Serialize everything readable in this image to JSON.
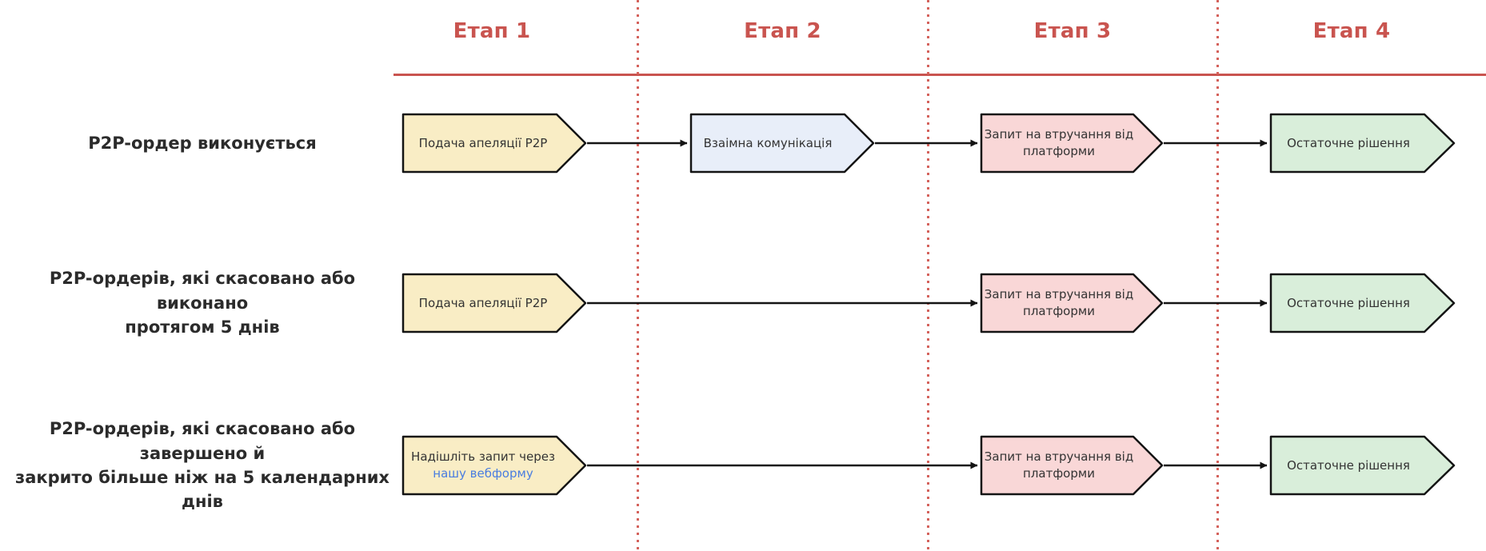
{
  "diagram": {
    "stages": [
      {
        "label": "Етап 1"
      },
      {
        "label": "Етап 2"
      },
      {
        "label": "Етап 3"
      },
      {
        "label": "Етап 4"
      }
    ],
    "rows": [
      {
        "label_lines": [
          "P2P-ордер виконується"
        ],
        "boxes": [
          {
            "label": "Подача апеляції P2P",
            "color_name": "yellow"
          },
          {
            "label": "Взаімна комунікація",
            "color_name": "blue"
          },
          {
            "label": "Запит на втручання від платформи",
            "color_name": "pink"
          },
          {
            "label": "Остаточне рішення",
            "color_name": "green"
          }
        ]
      },
      {
        "label_lines": [
          "P2P-ордерів, які скасовано або виконано",
          "протягом 5 днів"
        ],
        "boxes": [
          {
            "label": "Подача апеляції P2P",
            "color_name": "yellow"
          },
          {
            "label": "Запит на втручання від платформи",
            "color_name": "pink"
          },
          {
            "label": "Остаточне рішення",
            "color_name": "green"
          }
        ]
      },
      {
        "label_lines": [
          "P2P-ордерів, які скасовано або завершено й",
          "закрито більше ніж на 5 календарних днів"
        ],
        "boxes": [
          {
            "label_line1": "Надішліть запит через",
            "link_label": "нашу вебформу",
            "color_name": "yellow"
          },
          {
            "label": "Запит на втручання від платформи",
            "color_name": "pink"
          },
          {
            "label": "Остаточне рішення",
            "color_name": "green"
          }
        ]
      }
    ],
    "colors": {
      "accent_red": "#c9544f",
      "divider_red": "#d4625c",
      "box_yellow": "#f9edc5",
      "box_blue": "#e8eef9",
      "box_pink": "#f9d7d7",
      "box_green": "#d9eeda",
      "box_border": "#141414",
      "link_blue": "#4a7de0",
      "label_text": "#2b2b2b"
    }
  }
}
